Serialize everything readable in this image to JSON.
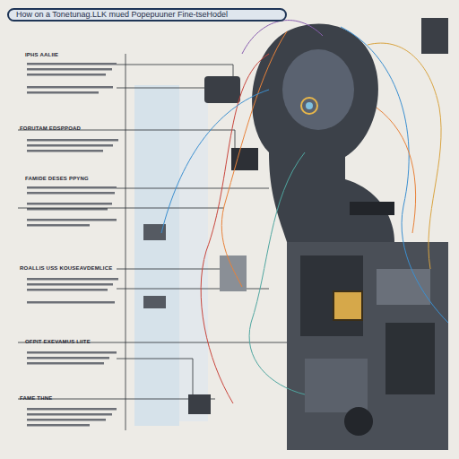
{
  "diagram": {
    "title": "How on a Tonetunag.LLK mued Popepuuner Fine-tseHodel",
    "labels": [
      "IPHS AALIIE",
      "FORUTAM EDSPPOAD",
      "FAMIDE DESES PPYNG",
      "ROALLIS USS KOUSEAVDEMLICE",
      "OFPIT EXEVAMUS LIITE",
      "FAME THNE"
    ]
  }
}
